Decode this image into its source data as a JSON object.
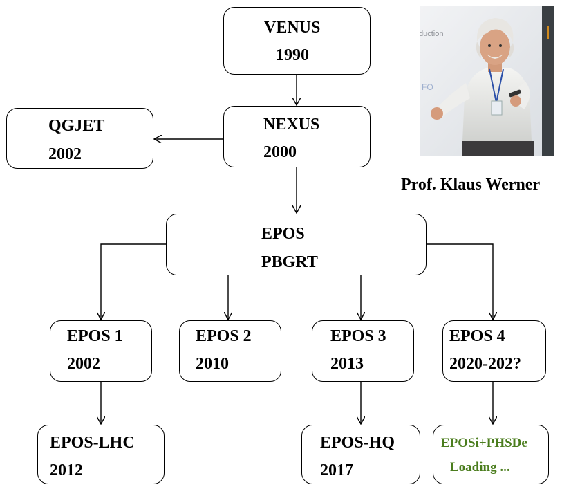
{
  "nodes": {
    "venus": {
      "line1": "VENUS",
      "line2": "1990"
    },
    "nexus": {
      "line1": "NEXUS",
      "line2": "2000"
    },
    "qgjet": {
      "line1": "QGJET",
      "line2": "2002"
    },
    "epos": {
      "line1": "EPOS",
      "line2": "PBGRT"
    },
    "epos1": {
      "line1": "EPOS 1",
      "line2": "2002"
    },
    "epos2": {
      "line1": "EPOS 2",
      "line2": "2010"
    },
    "epos3": {
      "line1": "EPOS 3",
      "line2": "2013"
    },
    "epos4": {
      "line1": "EPOS 4",
      "line2": "2020-202?"
    },
    "eposlhc": {
      "line1": "EPOS-LHC",
      "line2": "2012"
    },
    "eposhq": {
      "line1": "EPOS-HQ",
      "line2": "2017"
    },
    "eposi": {
      "line1": "EPOSi+PHSDe",
      "line2": "Loading ..."
    }
  },
  "photo": {
    "caption": "Prof. Klaus Werner",
    "slide_text_1": "duction",
    "slide_text_2": "FO"
  },
  "colors": {
    "loading_text": "#4b7d1e"
  }
}
